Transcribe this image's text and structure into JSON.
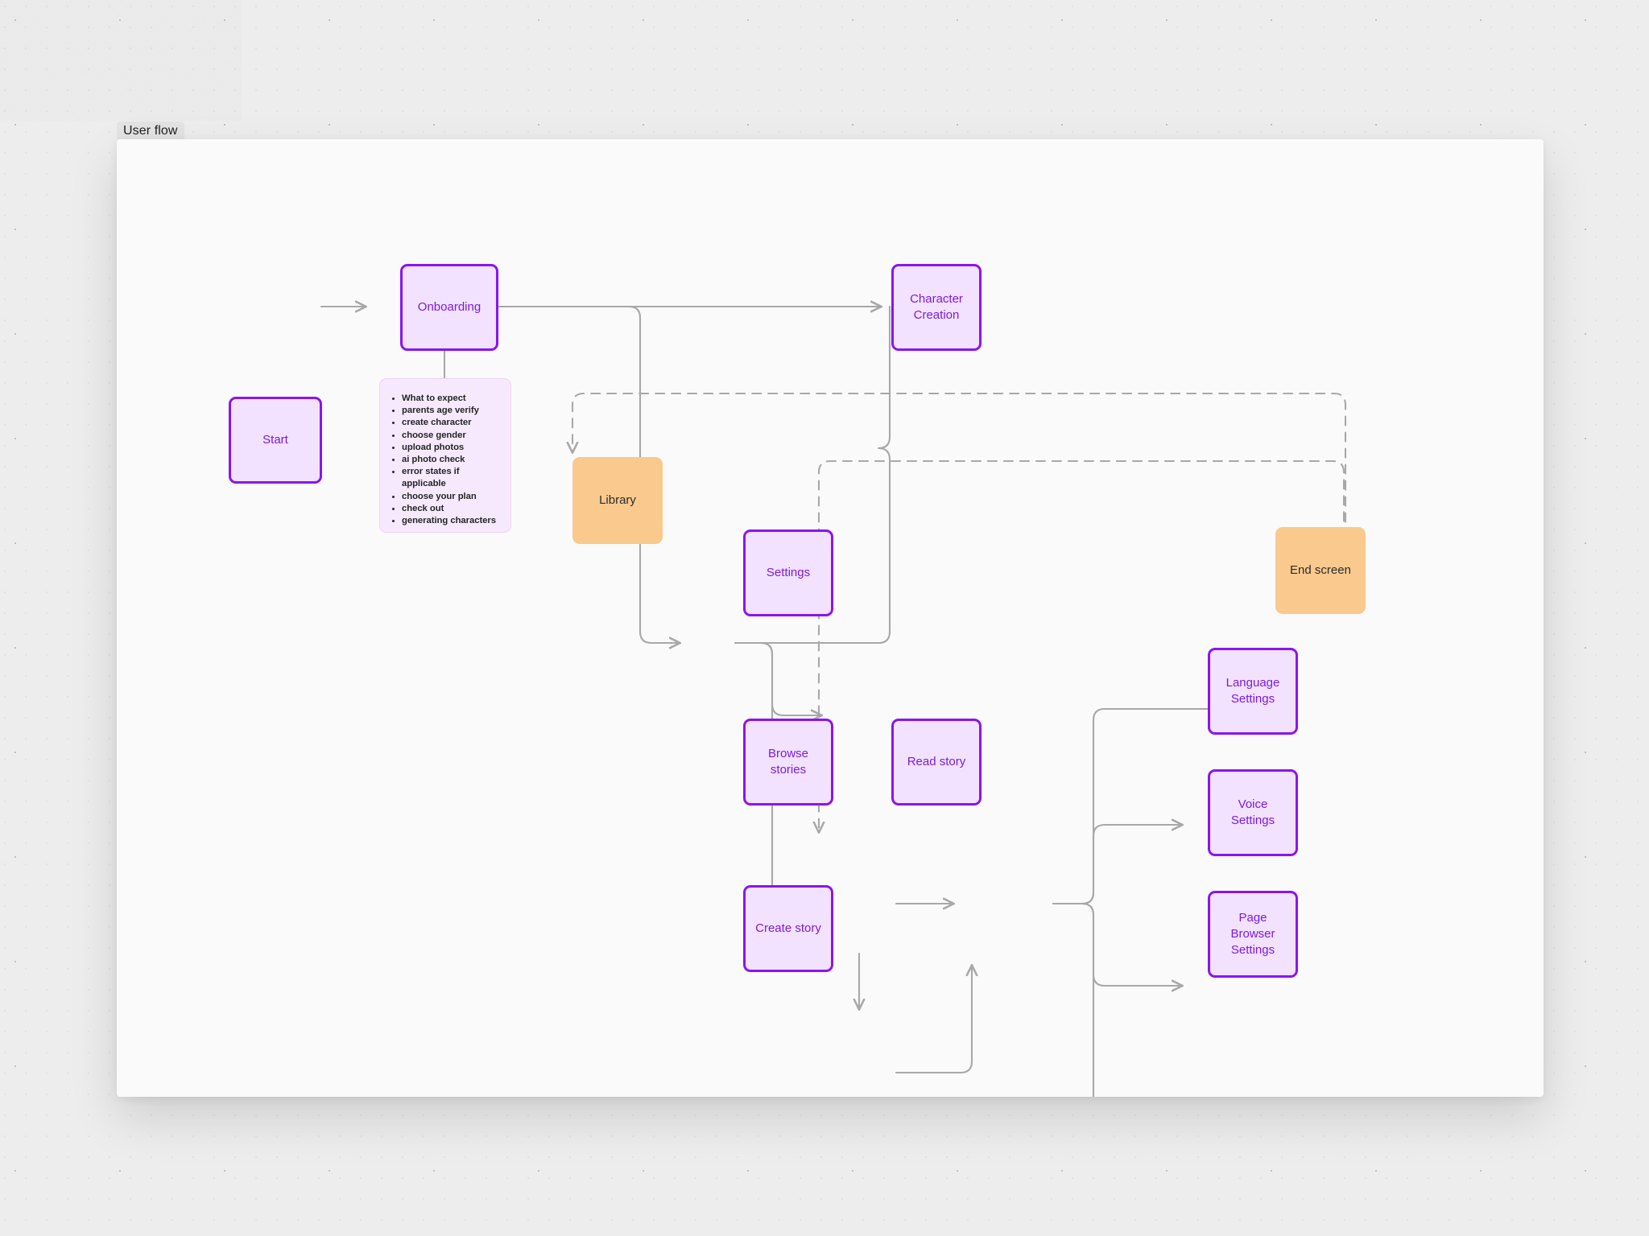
{
  "frame": {
    "label": "User flow"
  },
  "theme": {
    "canvas_bg": "#ededed",
    "frame_bg": "#fafafa",
    "node_purple_fill": "#f2e2ff",
    "node_purple_border": "#8b14f0",
    "node_purple_text": "#7b1ae0",
    "node_orange_fill": "#f9c98d",
    "node_orange_text": "#2c2c2c",
    "edge_color": "#a8a8a8"
  },
  "nodes": [
    {
      "id": "start",
      "label": "Start",
      "kind": "purple"
    },
    {
      "id": "onboarding",
      "label": "Onboarding",
      "kind": "purple"
    },
    {
      "id": "character_creation",
      "label": "Character Creation",
      "kind": "purple"
    },
    {
      "id": "library",
      "label": "Library",
      "kind": "orange"
    },
    {
      "id": "settings",
      "label": "Settings",
      "kind": "purple"
    },
    {
      "id": "browse_stories",
      "label": "Browse stories",
      "kind": "purple"
    },
    {
      "id": "create_story",
      "label": "Create story",
      "kind": "purple"
    },
    {
      "id": "read_story",
      "label": "Read story",
      "kind": "purple"
    },
    {
      "id": "end_screen",
      "label": "End screen",
      "kind": "orange"
    },
    {
      "id": "language_settings",
      "label": "Language Settings",
      "kind": "purple"
    },
    {
      "id": "voice_settings",
      "label": "Voice Settings",
      "kind": "purple"
    },
    {
      "id": "page_browser_settings",
      "label": "Page Browser Settings",
      "kind": "purple"
    }
  ],
  "note": {
    "items": [
      "What to expect",
      "parents age verify",
      "create character",
      "choose gender",
      "upload photos",
      "ai photo check",
      "error states if applicable",
      "choose your plan",
      "check out",
      "generating characters"
    ]
  },
  "edges": [
    {
      "from": "start",
      "to": "onboarding",
      "style": "solid"
    },
    {
      "from": "onboarding",
      "to": "note",
      "style": "solid"
    },
    {
      "from": "onboarding",
      "to": "character_creation",
      "style": "solid"
    },
    {
      "from": "onboarding",
      "to": "library",
      "style": "solid"
    },
    {
      "from": "character_creation",
      "to": "library",
      "style": "solid"
    },
    {
      "from": "library",
      "to": "settings",
      "style": "solid"
    },
    {
      "from": "library",
      "to": "browse_stories",
      "style": "solid"
    },
    {
      "from": "browse_stories",
      "to": "read_story",
      "style": "solid"
    },
    {
      "from": "browse_stories",
      "to": "create_story",
      "style": "solid"
    },
    {
      "from": "create_story",
      "to": "read_story",
      "style": "solid"
    },
    {
      "from": "read_story",
      "to": "end_screen",
      "style": "solid"
    },
    {
      "from": "read_story",
      "to": "language_settings",
      "style": "solid"
    },
    {
      "from": "read_story",
      "to": "voice_settings",
      "style": "solid"
    },
    {
      "from": "read_story",
      "to": "page_browser_settings",
      "style": "solid"
    },
    {
      "from": "end_screen",
      "to": "library",
      "style": "dashed"
    },
    {
      "from": "end_screen",
      "to": "read_story",
      "style": "dashed"
    }
  ]
}
